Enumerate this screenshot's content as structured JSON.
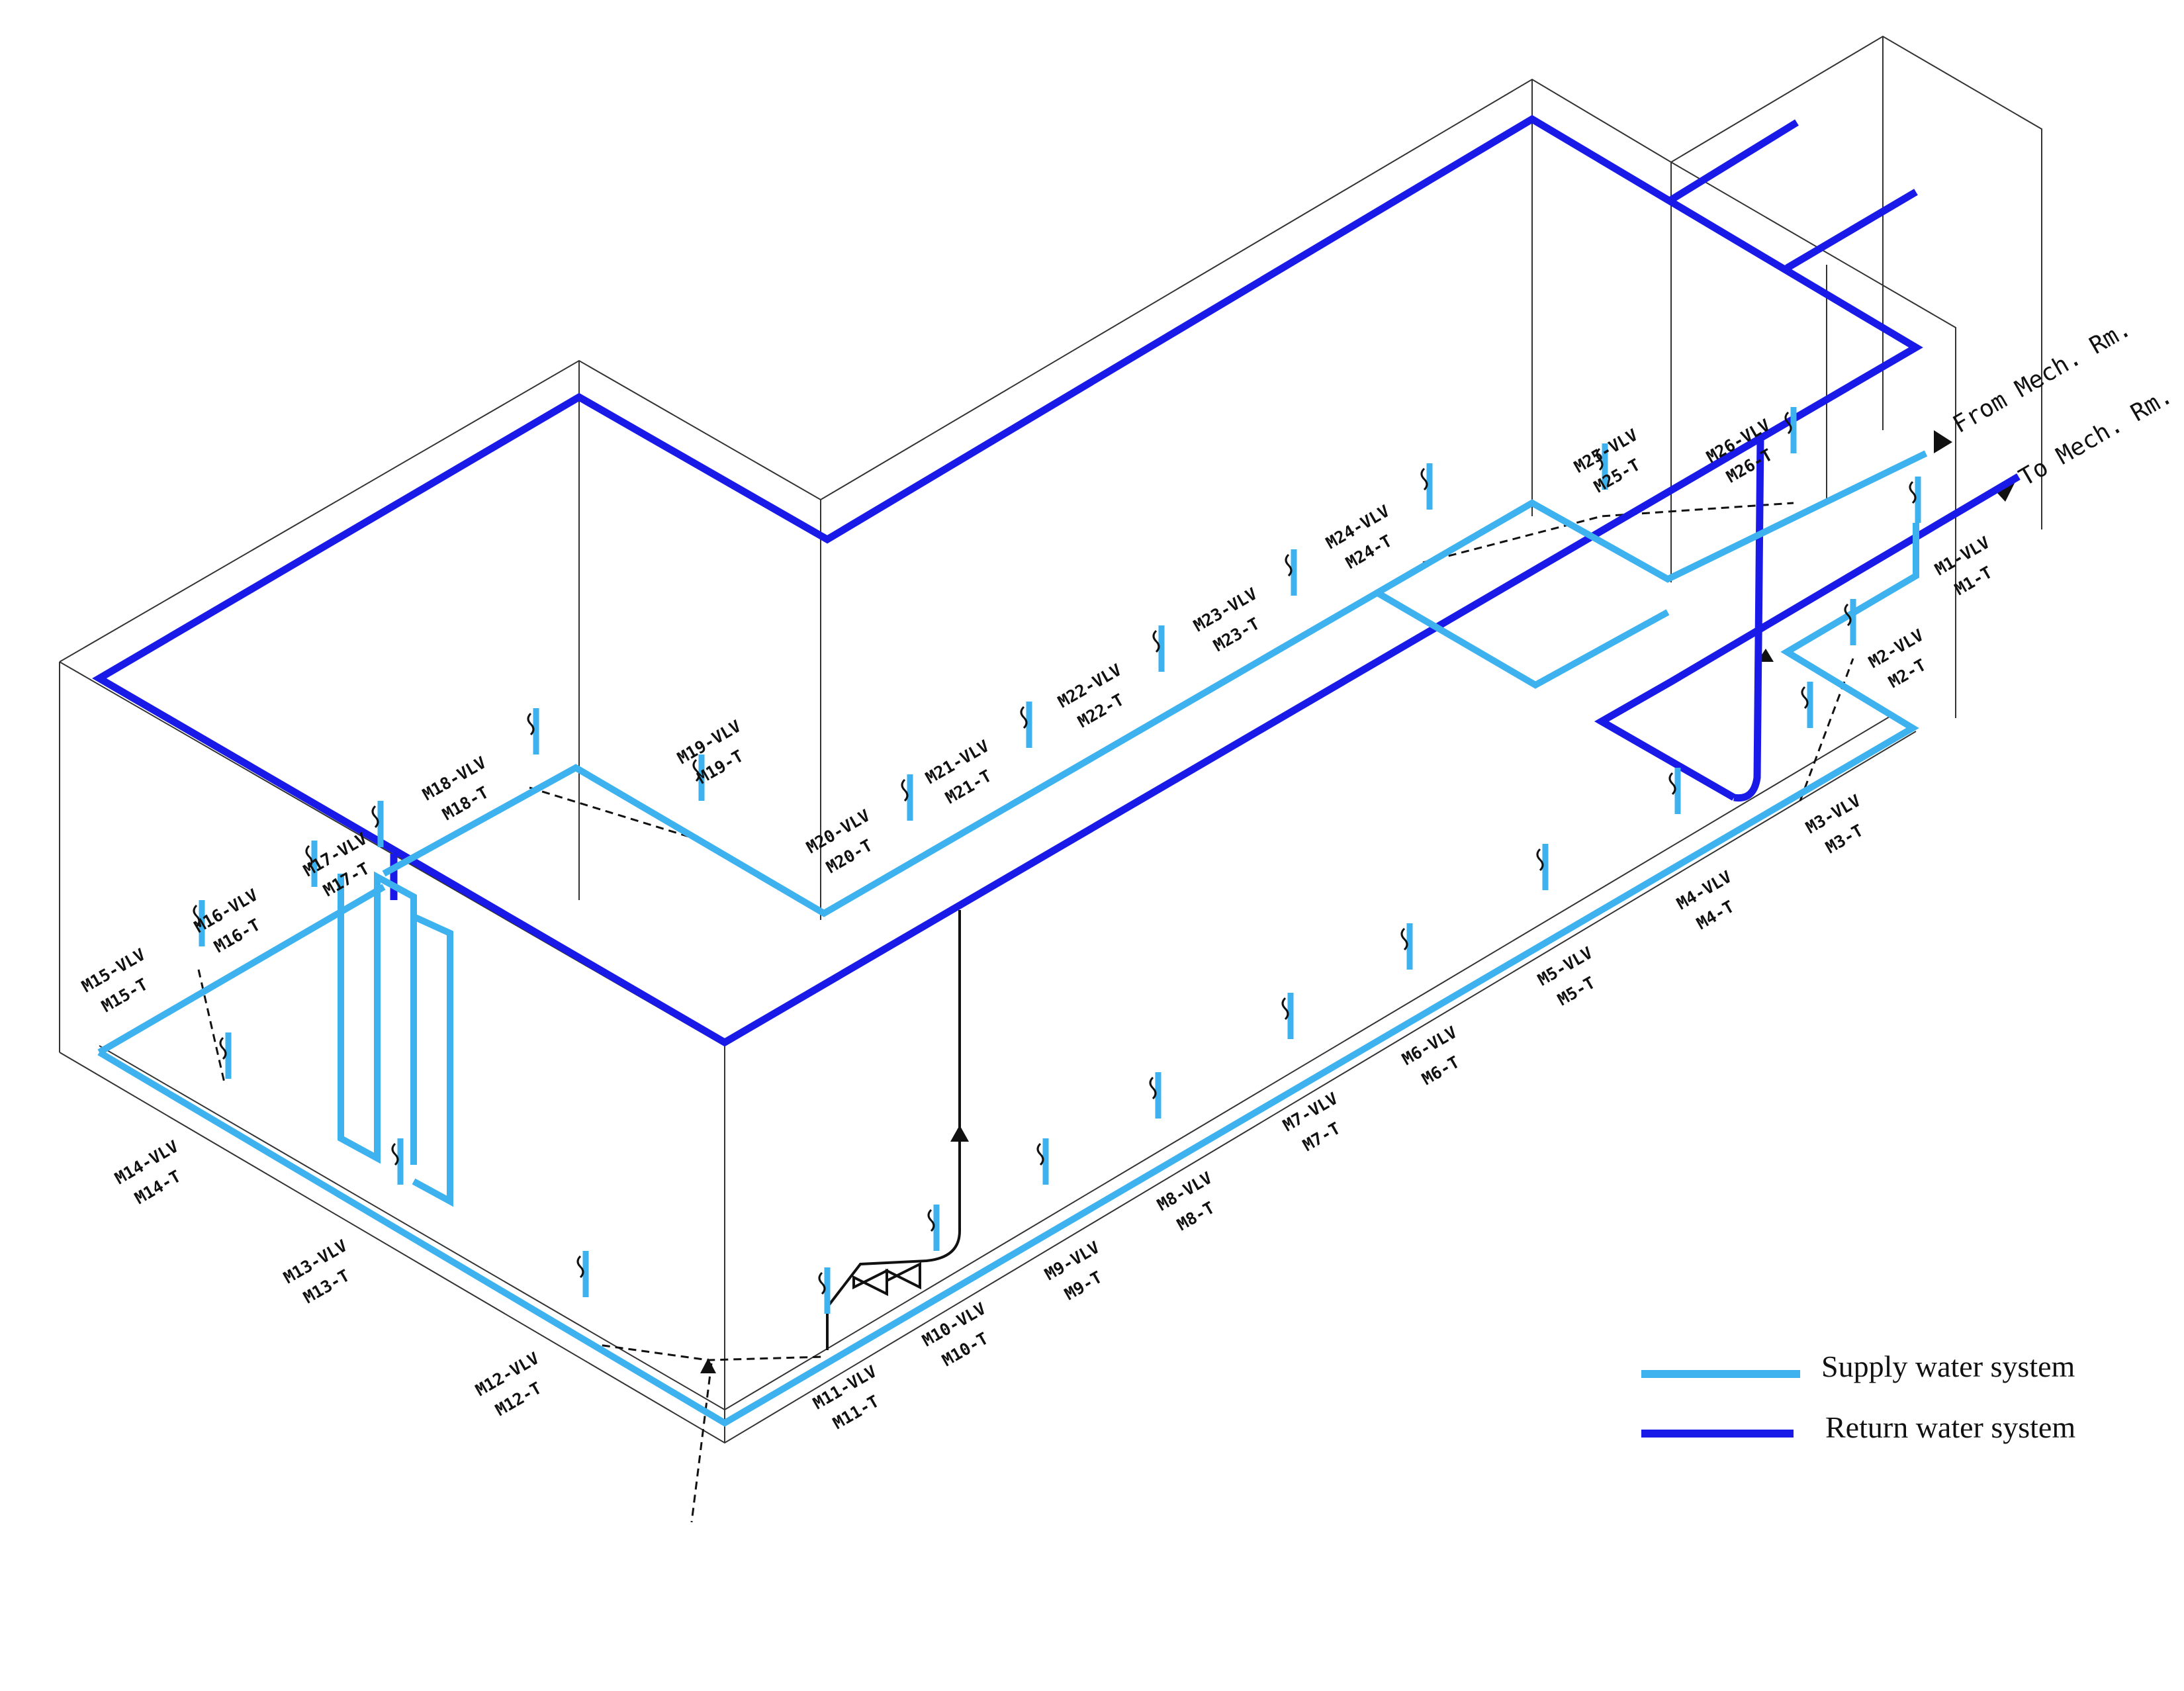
{
  "legend": {
    "supply": {
      "label": "Supply water system",
      "color": "#3db2ef"
    },
    "return": {
      "label": "Return water system",
      "color": "#1a1ae8"
    }
  },
  "mech_labels": {
    "from": "From Mech. Rm.",
    "to": "To Mech. Rm."
  },
  "units": [
    {
      "vlv": "M1-VLV",
      "t": "M1-T"
    },
    {
      "vlv": "M2-VLV",
      "t": "M2-T"
    },
    {
      "vlv": "M3-VLV",
      "t": "M3-T"
    },
    {
      "vlv": "M4-VLV",
      "t": "M4-T"
    },
    {
      "vlv": "M5-VLV",
      "t": "M5-T"
    },
    {
      "vlv": "M6-VLV",
      "t": "M6-T"
    },
    {
      "vlv": "M7-VLV",
      "t": "M7-T"
    },
    {
      "vlv": "M8-VLV",
      "t": "M8-T"
    },
    {
      "vlv": "M9-VLV",
      "t": "M9-T"
    },
    {
      "vlv": "M10-VLV",
      "t": "M10-T"
    },
    {
      "vlv": "M11-VLV",
      "t": "M11-T"
    },
    {
      "vlv": "M12-VLV",
      "t": "M12-T"
    },
    {
      "vlv": "M13-VLV",
      "t": "M13-T"
    },
    {
      "vlv": "M14-VLV",
      "t": "M14-T"
    },
    {
      "vlv": "M15-VLV",
      "t": "M15-T"
    },
    {
      "vlv": "M16-VLV",
      "t": "M16-T"
    },
    {
      "vlv": "M17-VLV",
      "t": "M17-T"
    },
    {
      "vlv": "M18-VLV",
      "t": "M18-T"
    },
    {
      "vlv": "M19-VLV",
      "t": "M19-T"
    },
    {
      "vlv": "M20-VLV",
      "t": "M20-T"
    },
    {
      "vlv": "M21-VLV",
      "t": "M21-T"
    },
    {
      "vlv": "M22-VLV",
      "t": "M22-T"
    },
    {
      "vlv": "M23-VLV",
      "t": "M23-T"
    },
    {
      "vlv": "M24-VLV",
      "t": "M24-T"
    },
    {
      "vlv": "M25-VLV",
      "t": "M25-T"
    },
    {
      "vlv": "M26-VLV",
      "t": "M26-T"
    }
  ]
}
